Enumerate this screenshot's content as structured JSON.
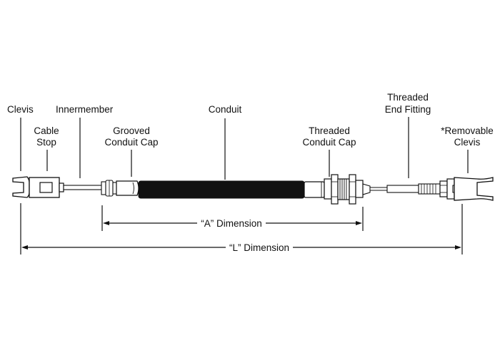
{
  "labels": {
    "clevis": "Clevis",
    "cable_stop_line1": "Cable",
    "cable_stop_line2": "Stop",
    "innermember": "Innermember",
    "grooved_cap_line1": "Grooved",
    "grooved_cap_line2": "Conduit Cap",
    "conduit": "Conduit",
    "threaded_cap_line1": "Threaded",
    "threaded_cap_line2": "Conduit Cap",
    "threaded_fitting_line1": "Threaded",
    "threaded_fitting_line2": "End Fitting",
    "removable_clevis_line1": "*Removable",
    "removable_clevis_line2": "Clevis"
  },
  "dimensions": {
    "a_dimension": "“A” Dimension",
    "l_dimension": "“L” Dimension"
  }
}
